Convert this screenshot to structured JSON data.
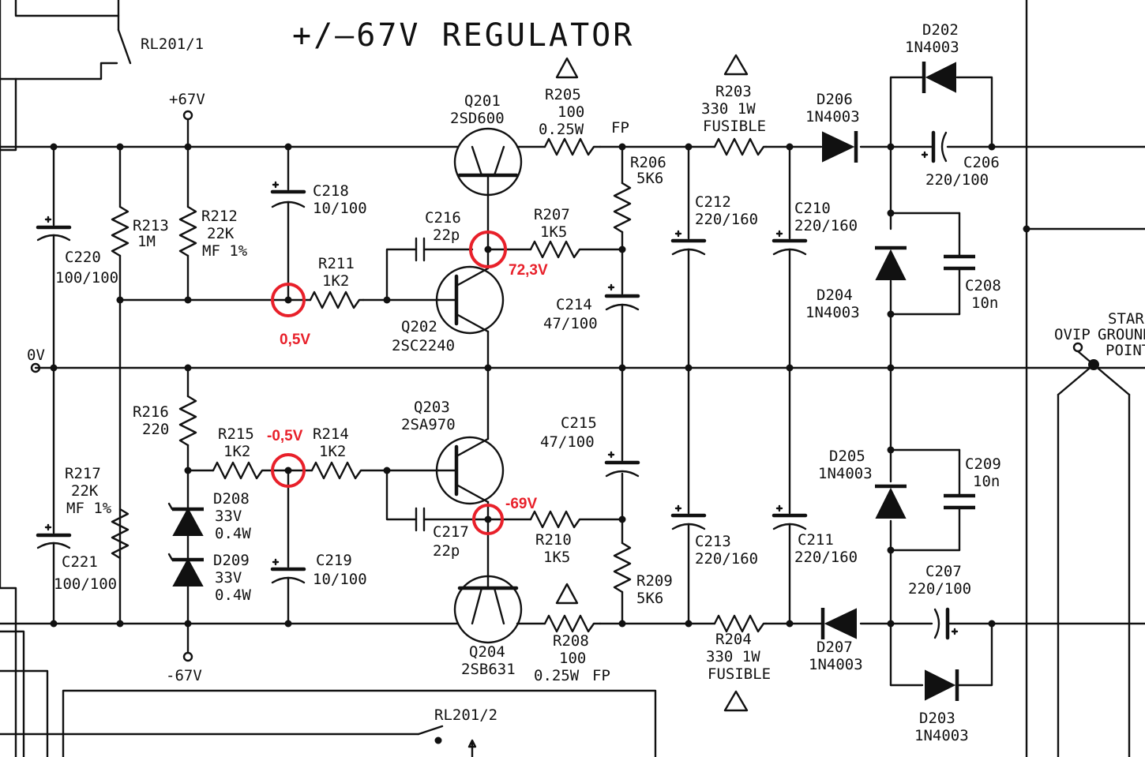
{
  "title": "+/–67V REGULATOR",
  "rails": {
    "pos": "+67V",
    "neg": "-67V",
    "zero": "0V",
    "ovip": "OVIP",
    "star": [
      "STAR",
      "GROUND",
      "POINT"
    ]
  },
  "relays": {
    "rl1": "RL201/1",
    "rl2": "RL201/2"
  },
  "fp": [
    "FP",
    "FP"
  ],
  "transistors": {
    "q201": [
      "Q201",
      "2SD600"
    ],
    "q202": [
      "Q202",
      "2SC2240"
    ],
    "q203": [
      "Q203",
      "2SA970"
    ],
    "q204": [
      "Q204",
      "2SB631"
    ]
  },
  "resistors": {
    "r205": [
      "R205",
      "100",
      "0.25W"
    ],
    "r203": [
      "R203",
      "330   1W",
      "FUSIBLE"
    ],
    "r206": [
      "R206",
      "5K6"
    ],
    "r207": [
      "R207",
      "1K5"
    ],
    "r211": [
      "R211",
      "1K2"
    ],
    "r213": [
      "R213",
      "1M"
    ],
    "r212": [
      "R212",
      "22K",
      "MF 1%"
    ],
    "r216": [
      "R216",
      "220"
    ],
    "r215": [
      "R215",
      "1K2"
    ],
    "r214": [
      "R214",
      "1K2"
    ],
    "r217": [
      "R217",
      "22K",
      "MF 1%"
    ],
    "r210": [
      "R210",
      "1K5"
    ],
    "r209": [
      "R209",
      "5K6"
    ],
    "r208": [
      "R208",
      "100",
      "0.25W"
    ],
    "r204": [
      "R204",
      "330   1W",
      "FUSIBLE"
    ]
  },
  "capacitors": {
    "c218": [
      "C218",
      "10/100"
    ],
    "c216": [
      "C216",
      "22p"
    ],
    "c220": [
      "C220",
      "100/100"
    ],
    "c214": [
      "C214",
      "47/100"
    ],
    "c212": [
      "C212",
      "220/160"
    ],
    "c210": [
      "C210",
      "220/160"
    ],
    "c206": [
      "C206",
      "220/100"
    ],
    "c208": [
      "C208",
      "10n"
    ],
    "c215": [
      "C215",
      "47/100"
    ],
    "c219": [
      "C219",
      "10/100"
    ],
    "c217": [
      "C217",
      "22p"
    ],
    "c221": [
      "C221",
      "100/100"
    ],
    "c213": [
      "C213",
      "220/160"
    ],
    "c211": [
      "C211",
      "220/160"
    ],
    "c209": [
      "C209",
      "10n"
    ],
    "c207": [
      "C207",
      "220/100"
    ]
  },
  "diodes": {
    "d202": [
      "D202",
      "1N4003"
    ],
    "d206": [
      "D206",
      "1N4003"
    ],
    "d204": [
      "D204",
      "1N4003"
    ],
    "d205": [
      "D205",
      "1N4003"
    ],
    "d207": [
      "D207",
      "1N4003"
    ],
    "d203": [
      "D203",
      "1N4003"
    ],
    "d208": [
      "D208",
      "33V",
      "0.4W"
    ],
    "d209": [
      "D209",
      "33V",
      "0.4W"
    ]
  },
  "measurements": {
    "m1": "72,3V",
    "m2": "0,5V",
    "m3": "-0,5V",
    "m4": "-69V"
  },
  "colors": {
    "ink": "#111111",
    "marker": "#e8202a",
    "paper": "#ffffff"
  }
}
